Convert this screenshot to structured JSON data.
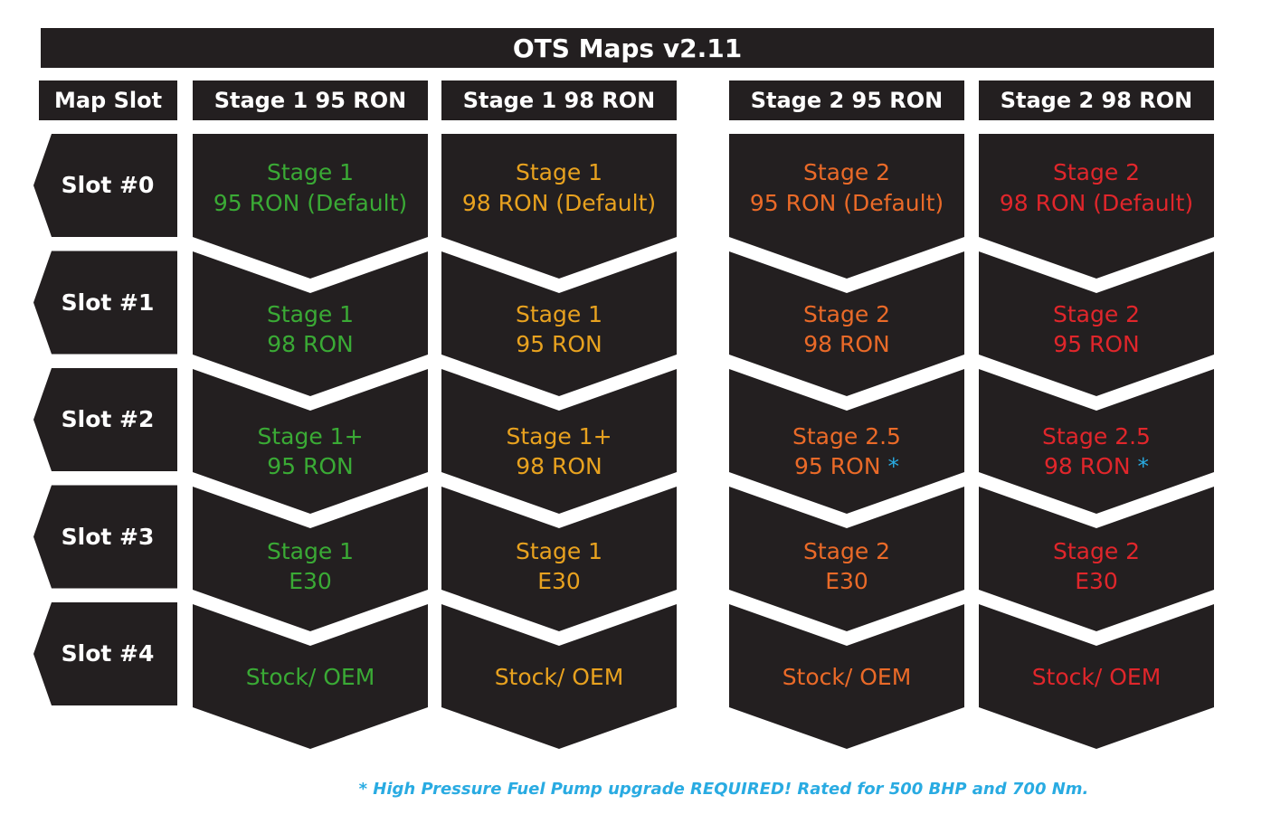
{
  "title": "OTS Maps v2.11",
  "header": {
    "slot_label": "Map Slot",
    "columns": [
      "Stage 1 95 RON",
      "Stage 1 98 RON",
      "Stage 2 95 RON",
      "Stage 2 98 RON"
    ]
  },
  "slots": [
    "Slot #0",
    "Slot #1",
    "Slot #2",
    "Slot #3",
    "Slot #4"
  ],
  "colors": {
    "cell_bg": "#231f20",
    "col0": "#3aaa35",
    "col1": "#e8a21f",
    "col2": "#ea6a28",
    "col3": "#e0262b",
    "note": "#29abe2"
  },
  "cells": [
    [
      [
        "Stage 1",
        "95 RON (Default)"
      ],
      [
        "Stage 1",
        "98 RON"
      ],
      [
        "Stage 1+",
        "95 RON"
      ],
      [
        "Stage 1",
        "E30"
      ],
      [
        "Stock/ OEM"
      ]
    ],
    [
      [
        "Stage 1",
        "98 RON (Default)"
      ],
      [
        "Stage 1",
        "95 RON"
      ],
      [
        "Stage 1+",
        "98 RON"
      ],
      [
        "Stage 1",
        "E30"
      ],
      [
        "Stock/ OEM"
      ]
    ],
    [
      [
        "Stage 2",
        "95 RON (Default)"
      ],
      [
        "Stage 2",
        "98 RON"
      ],
      [
        "Stage 2.5",
        "95 RON *"
      ],
      [
        "Stage 2",
        "E30"
      ],
      [
        "Stock/ OEM"
      ]
    ],
    [
      [
        "Stage 2",
        "98 RON (Default)"
      ],
      [
        "Stage 2",
        "95 RON"
      ],
      [
        "Stage 2.5",
        "98 RON *"
      ],
      [
        "Stage 2",
        "E30"
      ],
      [
        "Stock/ OEM"
      ]
    ]
  ],
  "footnote": "* High Pressure Fuel Pump upgrade REQUIRED! Rated for 500 BHP and 700 Nm."
}
